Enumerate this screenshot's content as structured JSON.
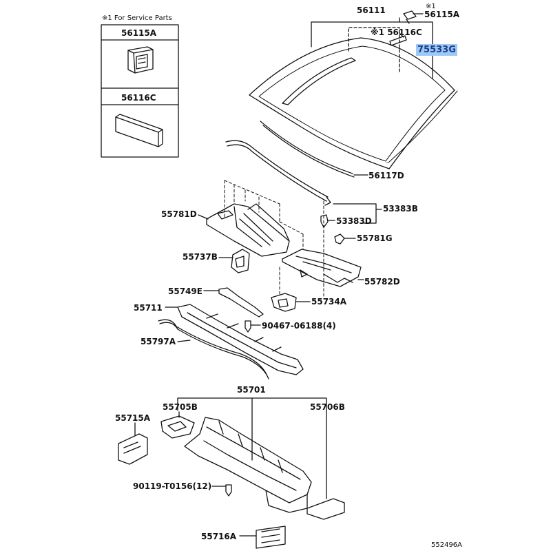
{
  "service_box": {
    "title": "※1 For Service Parts",
    "part_a": "56115A",
    "part_b": "56116C"
  },
  "labels": {
    "p56111": "56111",
    "mark1_top": "※1",
    "p56115A": "56115A",
    "p56116C": "※1 56116C",
    "p75533G": "75533G",
    "p56117D": "56117D",
    "p53383B": "53383B",
    "p53383D": "53383D",
    "p55781D": "55781D",
    "p55781G": "55781G",
    "p55737B": "55737B",
    "p55782D": "55782D",
    "p55749E": "55749E",
    "p55734A": "55734A",
    "p55711": "55711",
    "p90467": "90467-06188(4)",
    "p55797A": "55797A",
    "p55701": "55701",
    "p55705B": "55705B",
    "p55706B": "55706B",
    "p55715A": "55715A",
    "p90119": "90119-T0156(12)",
    "p55716A": "55716A"
  },
  "catalog_number": "552496A",
  "colors": {
    "highlight_bg": "#9ec9f5",
    "highlight_text": "#1a3f8a",
    "ink": "#111111"
  }
}
